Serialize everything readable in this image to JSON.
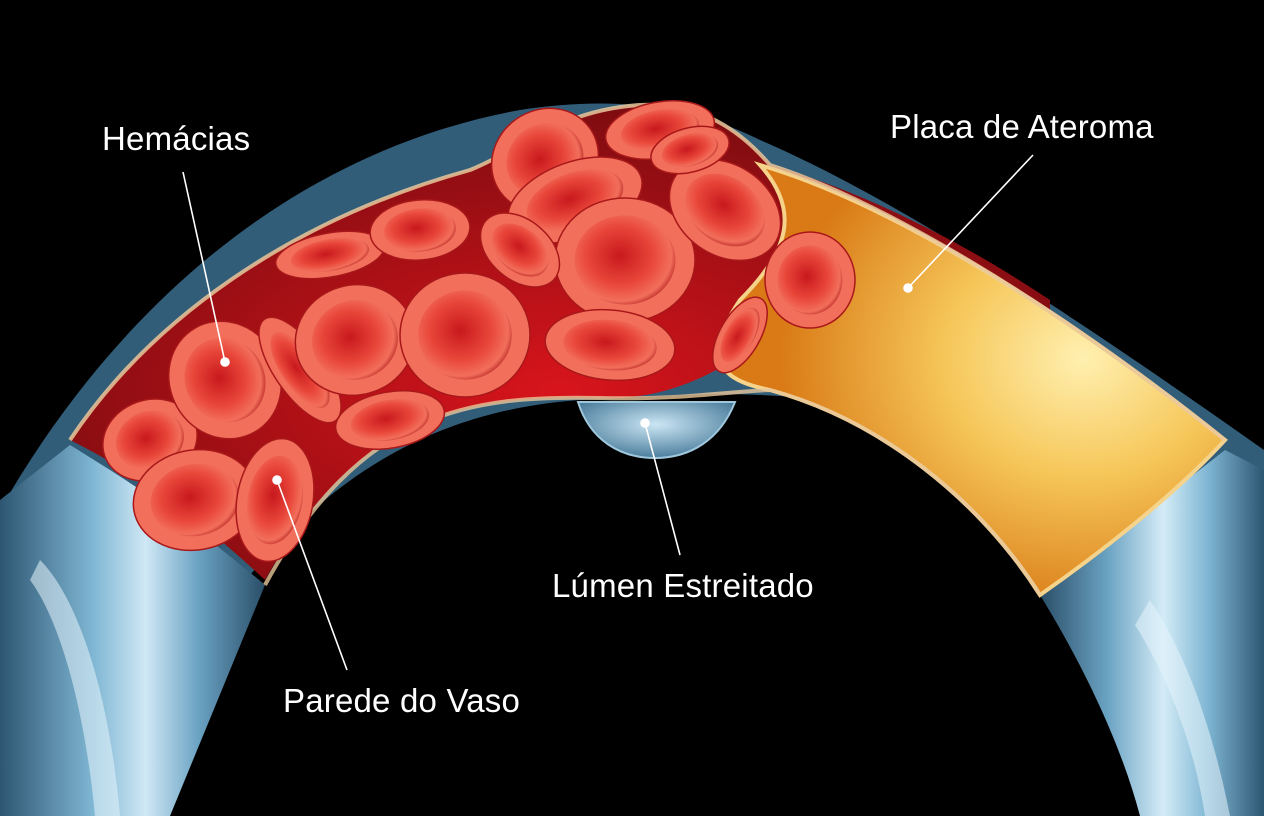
{
  "labels": {
    "red_blood_cells": "Hemácias",
    "atheroma_plaque": "Placa de Ateroma",
    "narrowed_lumen": "Lúmen Estreitado",
    "vessel_wall": "Parede do Vaso"
  },
  "colors": {
    "background": "#000000",
    "vessel_blue": "#4f87a8",
    "vessel_light": "#b9dcef",
    "plaque_yellow": "#f6c75a",
    "plaque_orange": "#e58a22",
    "rbc_red": "#e03a2f",
    "rbc_dark": "#a8181a",
    "leader_line": "#ffffff"
  }
}
